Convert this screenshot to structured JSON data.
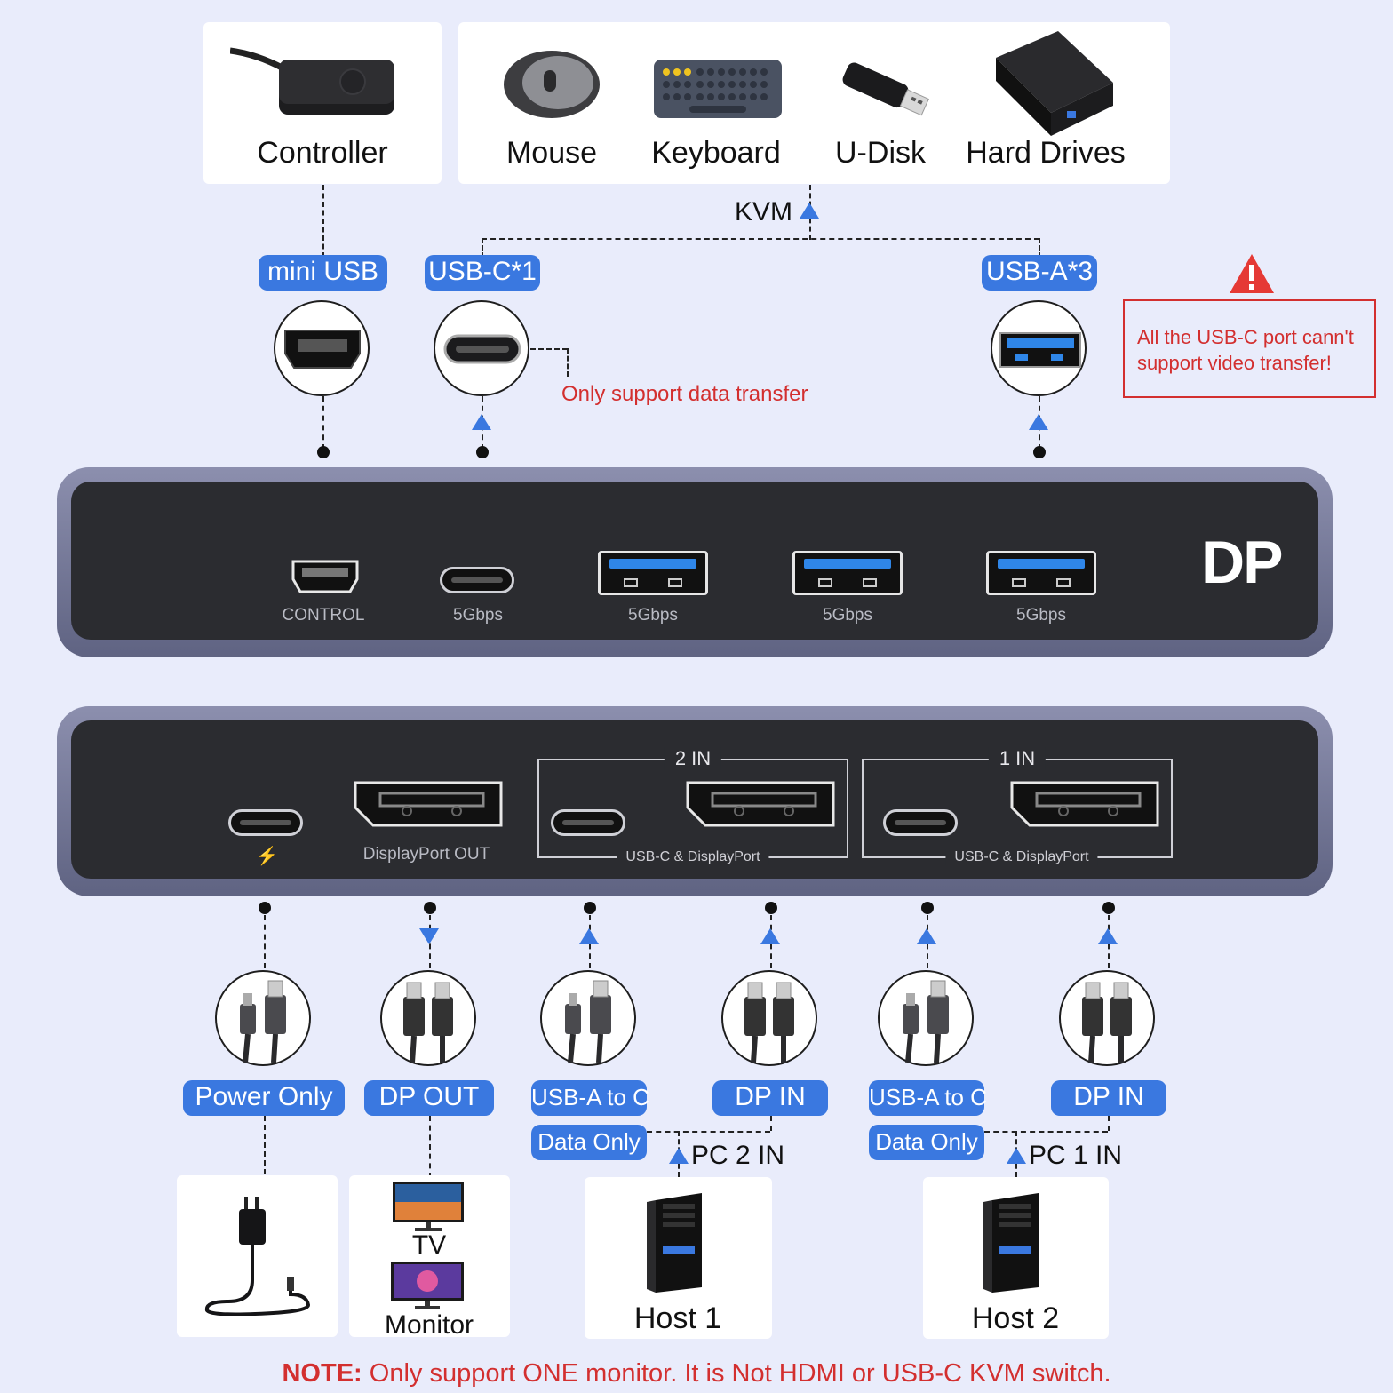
{
  "top_devices": {
    "controller": "Controller",
    "peripherals": [
      "Mouse",
      "Keyboard",
      "U-Disk",
      "Hard Drives"
    ]
  },
  "kvm_label": "KVM",
  "front_ports": {
    "mini_usb": "mini USB",
    "usb_c": "USB-C*1",
    "usb_a": "USB-A*3",
    "usb_c_note": "Only support data transfer",
    "warning": "All the USB-C port cann't support video transfer!"
  },
  "front_panel": {
    "control_label": "CONTROL",
    "usbc_speed": "5Gbps",
    "usba_speeds": [
      "5Gbps",
      "5Gbps",
      "5Gbps"
    ],
    "brand_mark": "DP"
  },
  "rear_panel": {
    "power_symbol": "⚡",
    "dp_out_label": "DisplayPort OUT",
    "group2_title": "2 IN",
    "group2_sub": "USB-C & DisplayPort",
    "group1_title": "1 IN",
    "group1_sub": "USB-C & DisplayPort"
  },
  "cables": {
    "power_only": "Power Only",
    "dp_out": "DP OUT",
    "usb_a_to_c_2": "USB-A to C",
    "data_only_2": "Data Only",
    "dp_in_2": "DP IN",
    "usb_a_to_c_1": "USB-A to C",
    "data_only_1": "Data Only",
    "dp_in_1": "DP IN",
    "pc2_in": "PC 2 IN",
    "pc1_in": "PC 1 IN"
  },
  "bottom_devices": {
    "tv": "TV",
    "monitor": "Monitor",
    "host1": "Host 1",
    "host2": "Host 2"
  },
  "note": {
    "prefix": "NOTE:",
    "text": " Only support ONE monitor. It is Not HDMI or USB-C KVM switch."
  },
  "colors": {
    "accent_blue": "#3a78e0",
    "warning_red": "#d32f2f",
    "background": "#e9ecfb"
  }
}
